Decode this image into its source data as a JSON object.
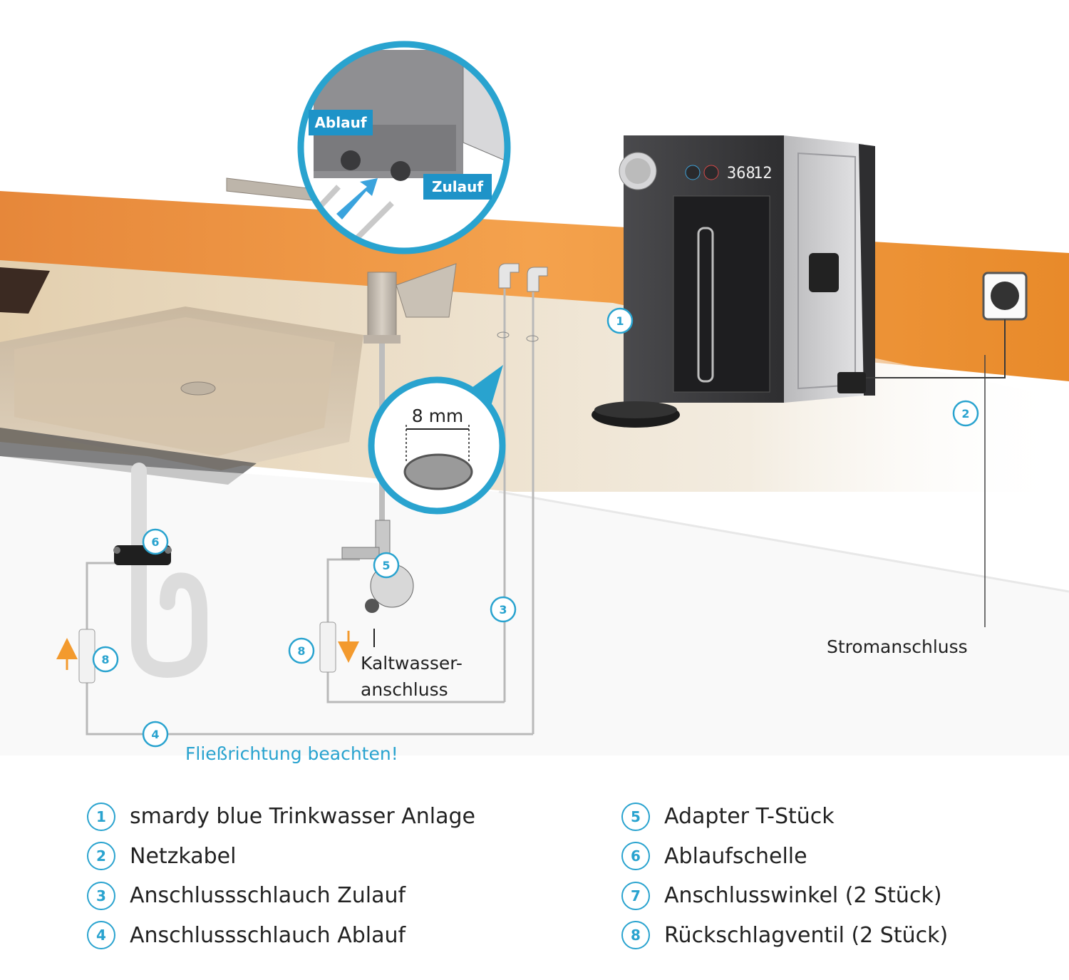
{
  "diagram": {
    "callouts": {
      "c1": "1",
      "c2": "2",
      "c3": "3",
      "c4": "4",
      "c5": "5",
      "c6": "6",
      "c8a": "8",
      "c8b": "8"
    },
    "inset_labels": {
      "drain": "Ablauf",
      "inlet": "Zulauf"
    },
    "measure": "8 mm",
    "display": {
      "a": "368",
      "b": "12"
    },
    "labels": {
      "power": "Stromanschluss",
      "cold_water_line1": "Kaltwasser-",
      "cold_water_line2": "anschluss",
      "flow_note": "Fließrichtung beachten!"
    }
  },
  "legend": {
    "left": [
      {
        "num": "1",
        "text": "smardy blue Trinkwasser Anlage"
      },
      {
        "num": "2",
        "text": "Netzkabel"
      },
      {
        "num": "3",
        "text": "Anschlussschlauch Zulauf"
      },
      {
        "num": "4",
        "text": "Anschlussschlauch Ablauf"
      }
    ],
    "right": [
      {
        "num": "5",
        "text": "Adapter T-Stück"
      },
      {
        "num": "6",
        "text": "Ablaufschelle"
      },
      {
        "num": "7",
        "text": "Anschlusswinkel (2 Stück)"
      },
      {
        "num": "8",
        "text": "Rückschlagventil (2 Stück)"
      }
    ]
  },
  "colors": {
    "accent": "#29a3cf",
    "arrow": "#f39a2e",
    "wall": "#f08a24",
    "counter": "#e6d6bc",
    "device": "#3a3a3c"
  }
}
